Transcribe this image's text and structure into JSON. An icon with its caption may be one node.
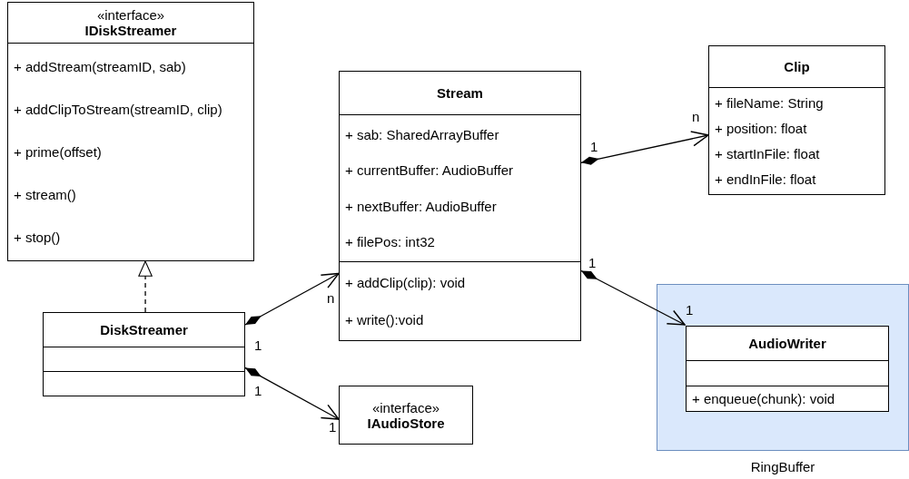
{
  "diagram": {
    "nodes": [
      {
        "text": [
          "«interface»",
          "IDiskStreamer",
          "+ addStream(streamID, sab)",
          "+ addClipToStream(streamID, clip)",
          "+ prime(offset)",
          "+ stream()",
          "+ stop()"
        ]
      },
      {
        "text": [
          "Stream",
          "+ sab: SharedArrayBuffer",
          "+ currentBuffer: AudioBuffer",
          "+ nextBuffer: AudioBuffer",
          "+ filePos: int32",
          "+ addClip(clip): void",
          "+ write():void"
        ]
      },
      {
        "text": [
          "Clip",
          "+ fileName: String",
          "+ position: float",
          "+ startInFile: float",
          "+ endInFile: float"
        ]
      },
      {
        "text": [
          "DiskStreamer"
        ]
      },
      {
        "text": [
          "RingBuffer"
        ]
      },
      {
        "text": [
          "AudioWriter",
          "+ enqueue(chunk): void"
        ],
        "in": 4
      },
      {
        "text": [
          "«interface»",
          "IAudioStore"
        ]
      }
    ],
    "edges": [
      {
        "from": 3,
        "to": 0,
        "arrow": "to",
        "style": "dashed"
      },
      {
        "from": 1,
        "to": 2,
        "arrow": "to"
      },
      {
        "from": 1,
        "to": 5,
        "arrow": "to"
      },
      {
        "from": 3,
        "to": 1,
        "arrow": "to"
      },
      {
        "from": 3,
        "to": 6,
        "arrow": "to"
      }
    ],
    "labels": [
      "n",
      "1",
      "1",
      "1",
      "n",
      "1",
      "1",
      "1"
    ]
  }
}
